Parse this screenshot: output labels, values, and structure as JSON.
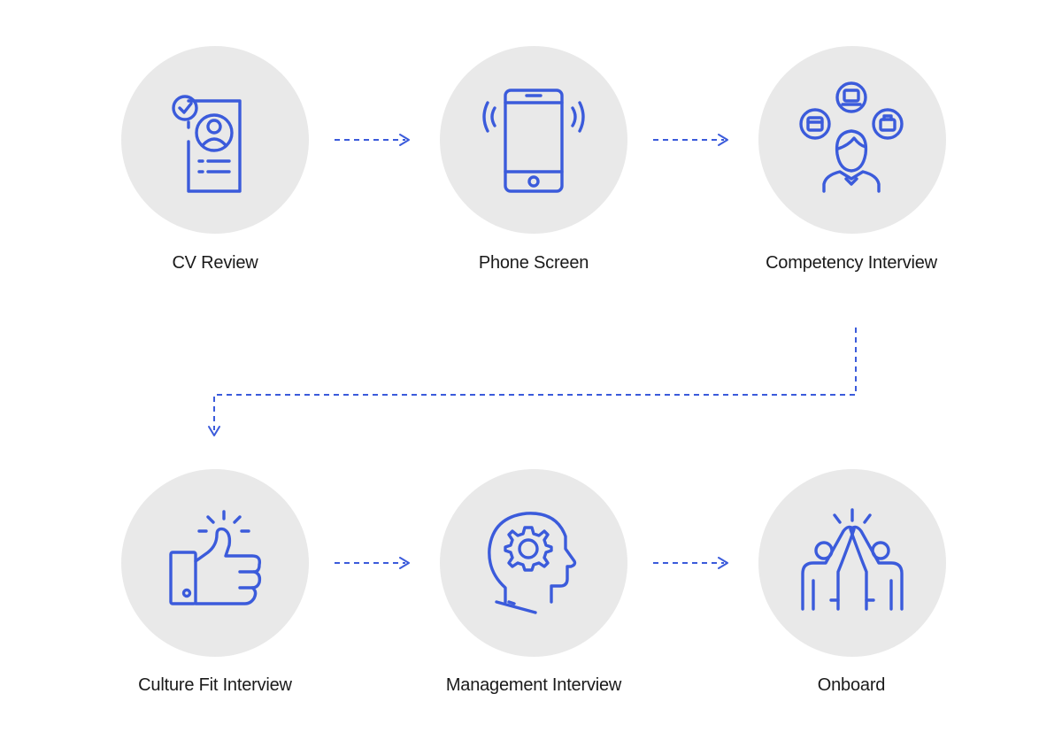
{
  "colors": {
    "accent": "#3b5bdb",
    "circle": "#e9e9e9",
    "text": "#1a1a1a"
  },
  "steps": [
    {
      "label": "CV Review",
      "icon": "cv-document-icon"
    },
    {
      "label": "Phone Screen",
      "icon": "smartphone-vibrate-icon"
    },
    {
      "label": "Competency Interview",
      "icon": "person-skills-icon"
    },
    {
      "label": "Culture Fit Interview",
      "icon": "thumbs-up-icon"
    },
    {
      "label": "Management Interview",
      "icon": "head-gear-icon"
    },
    {
      "label": "Onboard",
      "icon": "high-five-icon"
    }
  ]
}
